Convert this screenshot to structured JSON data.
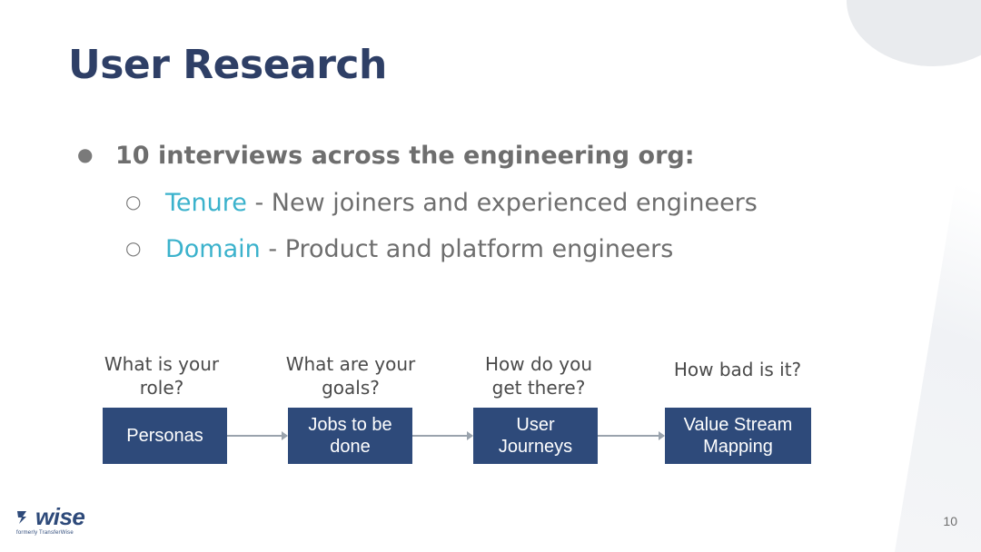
{
  "slide": {
    "title": "User Research",
    "page_number": "10"
  },
  "bullets": {
    "main": "10 interviews across the engineering org:",
    "subs": [
      {
        "accent": "Tenure",
        "rest": " - New joiners and experienced engineers"
      },
      {
        "accent": "Domain",
        "rest": " - Product and platform engineers"
      }
    ]
  },
  "flow": {
    "steps": [
      {
        "question_line1": "What is your",
        "question_line2": "role?",
        "box_line1": "Personas",
        "box_line2": ""
      },
      {
        "question_line1": "What are your",
        "question_line2": "goals?",
        "box_line1": "Jobs to be",
        "box_line2": "done"
      },
      {
        "question_line1": "How do you",
        "question_line2": "get there?",
        "box_line1": "User",
        "box_line2": "Journeys"
      },
      {
        "question_line1": "How bad is it?",
        "question_line2": "",
        "box_line1": "Value Stream",
        "box_line2": "Mapping"
      }
    ]
  },
  "logo": {
    "wordmark": "wise",
    "tagline": "formerly TransferWise"
  },
  "colors": {
    "title": "#2e3f66",
    "accent": "#3bb2cc",
    "box": "#2e4a7a",
    "text": "#6e6e6e"
  }
}
